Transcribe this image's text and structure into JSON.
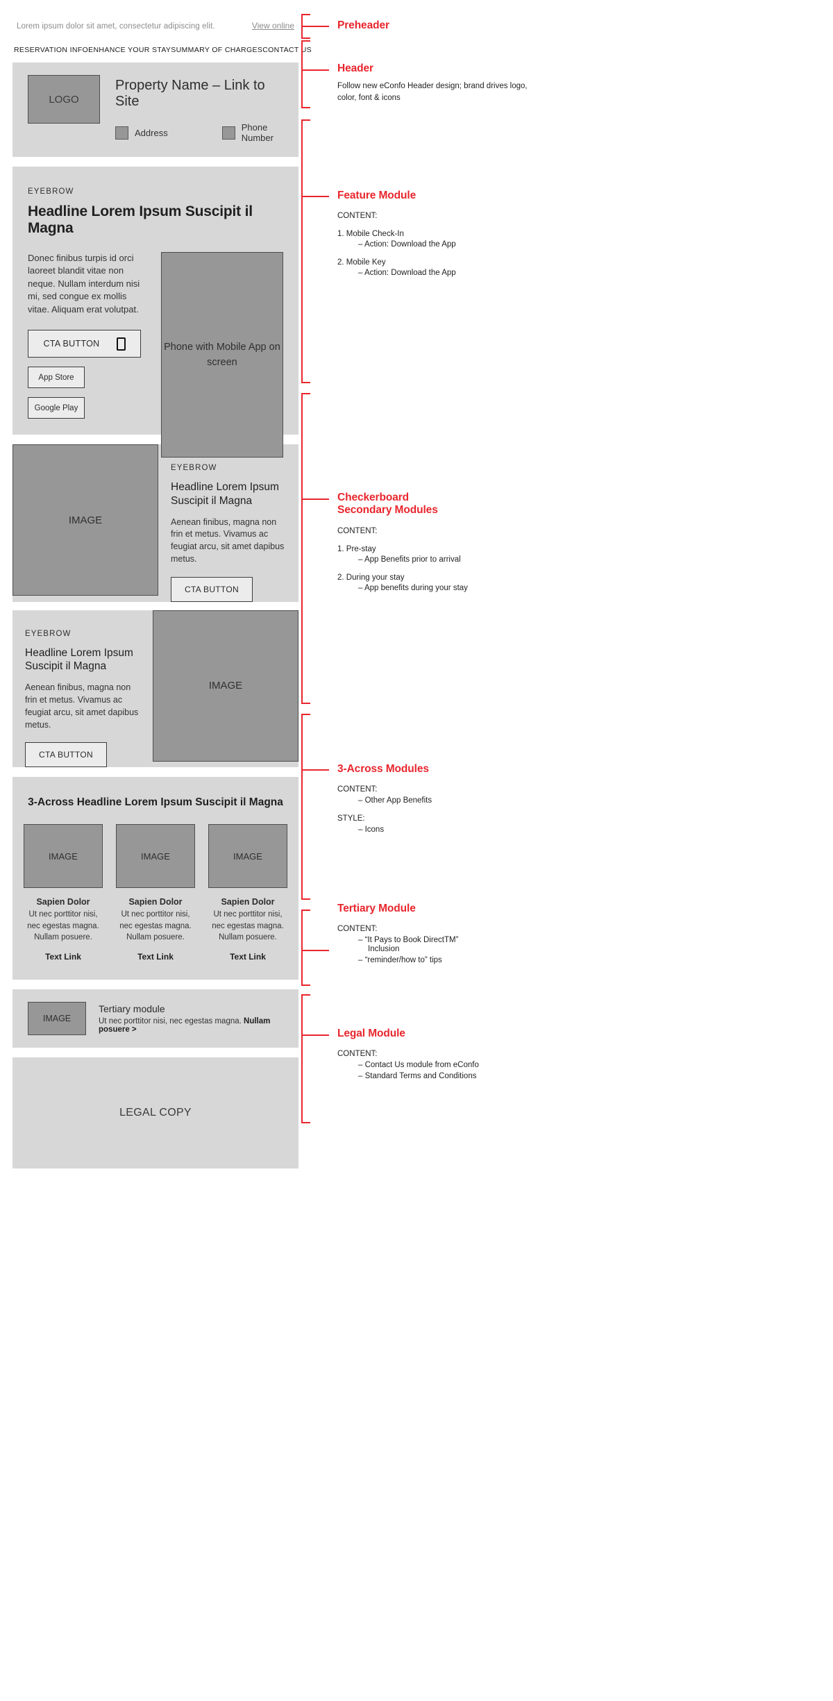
{
  "preheader": {
    "text": "Lorem ipsum dolor sit amet, consectetur adipiscing elit.",
    "view_online": "View online"
  },
  "nav": {
    "items": [
      {
        "label": "RESERVATION INFO"
      },
      {
        "label": "ENHANCE YOUR STAY"
      },
      {
        "label": "SUMMARY OF CHARGES"
      },
      {
        "label": "CONTACT US"
      }
    ]
  },
  "header": {
    "logo_placeholder": "LOGO",
    "property_name": "Property Name – Link to Site",
    "address_label": "Address",
    "phone_label": "Phone Number"
  },
  "feature": {
    "eyebrow": "EYEBROW",
    "headline": "Headline Lorem Ipsum Suscipit il Magna",
    "body": "Donec finibus turpis id orci laoreet blandit vitae non neque. Nullam interdum nisi mi, sed congue ex mollis vitae. Aliquam erat volutpat.",
    "cta_label": "CTA BUTTON",
    "app_store_label": "App Store",
    "google_play_label": "Google Play",
    "phone_art_label": "Phone with Mobile App on screen"
  },
  "checkerboard": {
    "block1": {
      "image_label": "IMAGE",
      "eyebrow": "EYEBROW",
      "headline": "Headline Lorem Ipsum Suscipit il Magna",
      "body": "Aenean finibus, magna non frin et metus. Vivamus ac feugiat arcu, sit amet dapibus metus.",
      "cta_label": "CTA BUTTON"
    },
    "block2": {
      "image_label": "IMAGE",
      "eyebrow": "EYEBROW",
      "headline": "Headline Lorem Ipsum Suscipit il Magna",
      "body": "Aenean finibus, magna non frin et metus. Vivamus ac feugiat arcu, sit amet dapibus metus.",
      "cta_label": "CTA BUTTON"
    }
  },
  "three_across": {
    "headline": "3-Across Headline Lorem Ipsum Suscipit il Magna",
    "cards": [
      {
        "image_label": "IMAGE",
        "title": "Sapien Dolor",
        "body": "Ut nec porttitor nisi, nec egestas magna. Nullam posuere.",
        "link": "Text Link"
      },
      {
        "image_label": "IMAGE",
        "title": "Sapien Dolor",
        "body": "Ut nec porttitor nisi, nec egestas magna. Nullam posuere.",
        "link": "Text Link"
      },
      {
        "image_label": "IMAGE",
        "title": "Sapien Dolor",
        "body": "Ut nec porttitor nisi, nec egestas magna. Nullam posuere.",
        "link": "Text Link"
      }
    ]
  },
  "tertiary": {
    "image_label": "IMAGE",
    "title": "Tertiary module",
    "body_plain": "Ut nec porttitor nisi, nec egestas magna. ",
    "body_link": "Nullam posuere >"
  },
  "legal": {
    "label": "LEGAL COPY"
  },
  "annotations": {
    "preheader": {
      "title": "Preheader"
    },
    "header": {
      "title": "Header",
      "note": "Follow new eConfo Header design; brand drives logo, color, font & icons"
    },
    "feature": {
      "title": "Feature Module",
      "content_label": "CONTENT:",
      "item1": "1. Mobile Check-In",
      "item1_sub": "– Action: Download the App",
      "item2": "2. Mobile Key",
      "item2_sub": "– Action: Download the App"
    },
    "checkerboard": {
      "title_line1": "Checkerboard",
      "title_line2": "Secondary Modules",
      "content_label": "CONTENT:",
      "item1": "1. Pre-stay",
      "item1_sub": "– App Benefits prior to arrival",
      "item2": "2. During your stay",
      "item2_sub": "– App benefits during your stay"
    },
    "three_across": {
      "title": "3-Across Modules",
      "content_label": "CONTENT:",
      "content_sub": "– Other App Benefits",
      "style_label": "STYLE:",
      "style_sub": "– Icons"
    },
    "tertiary": {
      "title": "Tertiary Module",
      "content_label": "CONTENT:",
      "item1": "– “It Pays to Book DirectTM”",
      "item1_sub": "Inclusion",
      "item2": "– “reminder/how to” tips"
    },
    "legal": {
      "title": "Legal Module",
      "content_label": "CONTENT:",
      "item1": "– Contact Us module from eConfo",
      "item2": "– Standard Terms and Conditions"
    }
  },
  "colors": {
    "accent": "#e8262d",
    "module_bg": "#d7d7d7",
    "image_placeholder": "#979797"
  }
}
